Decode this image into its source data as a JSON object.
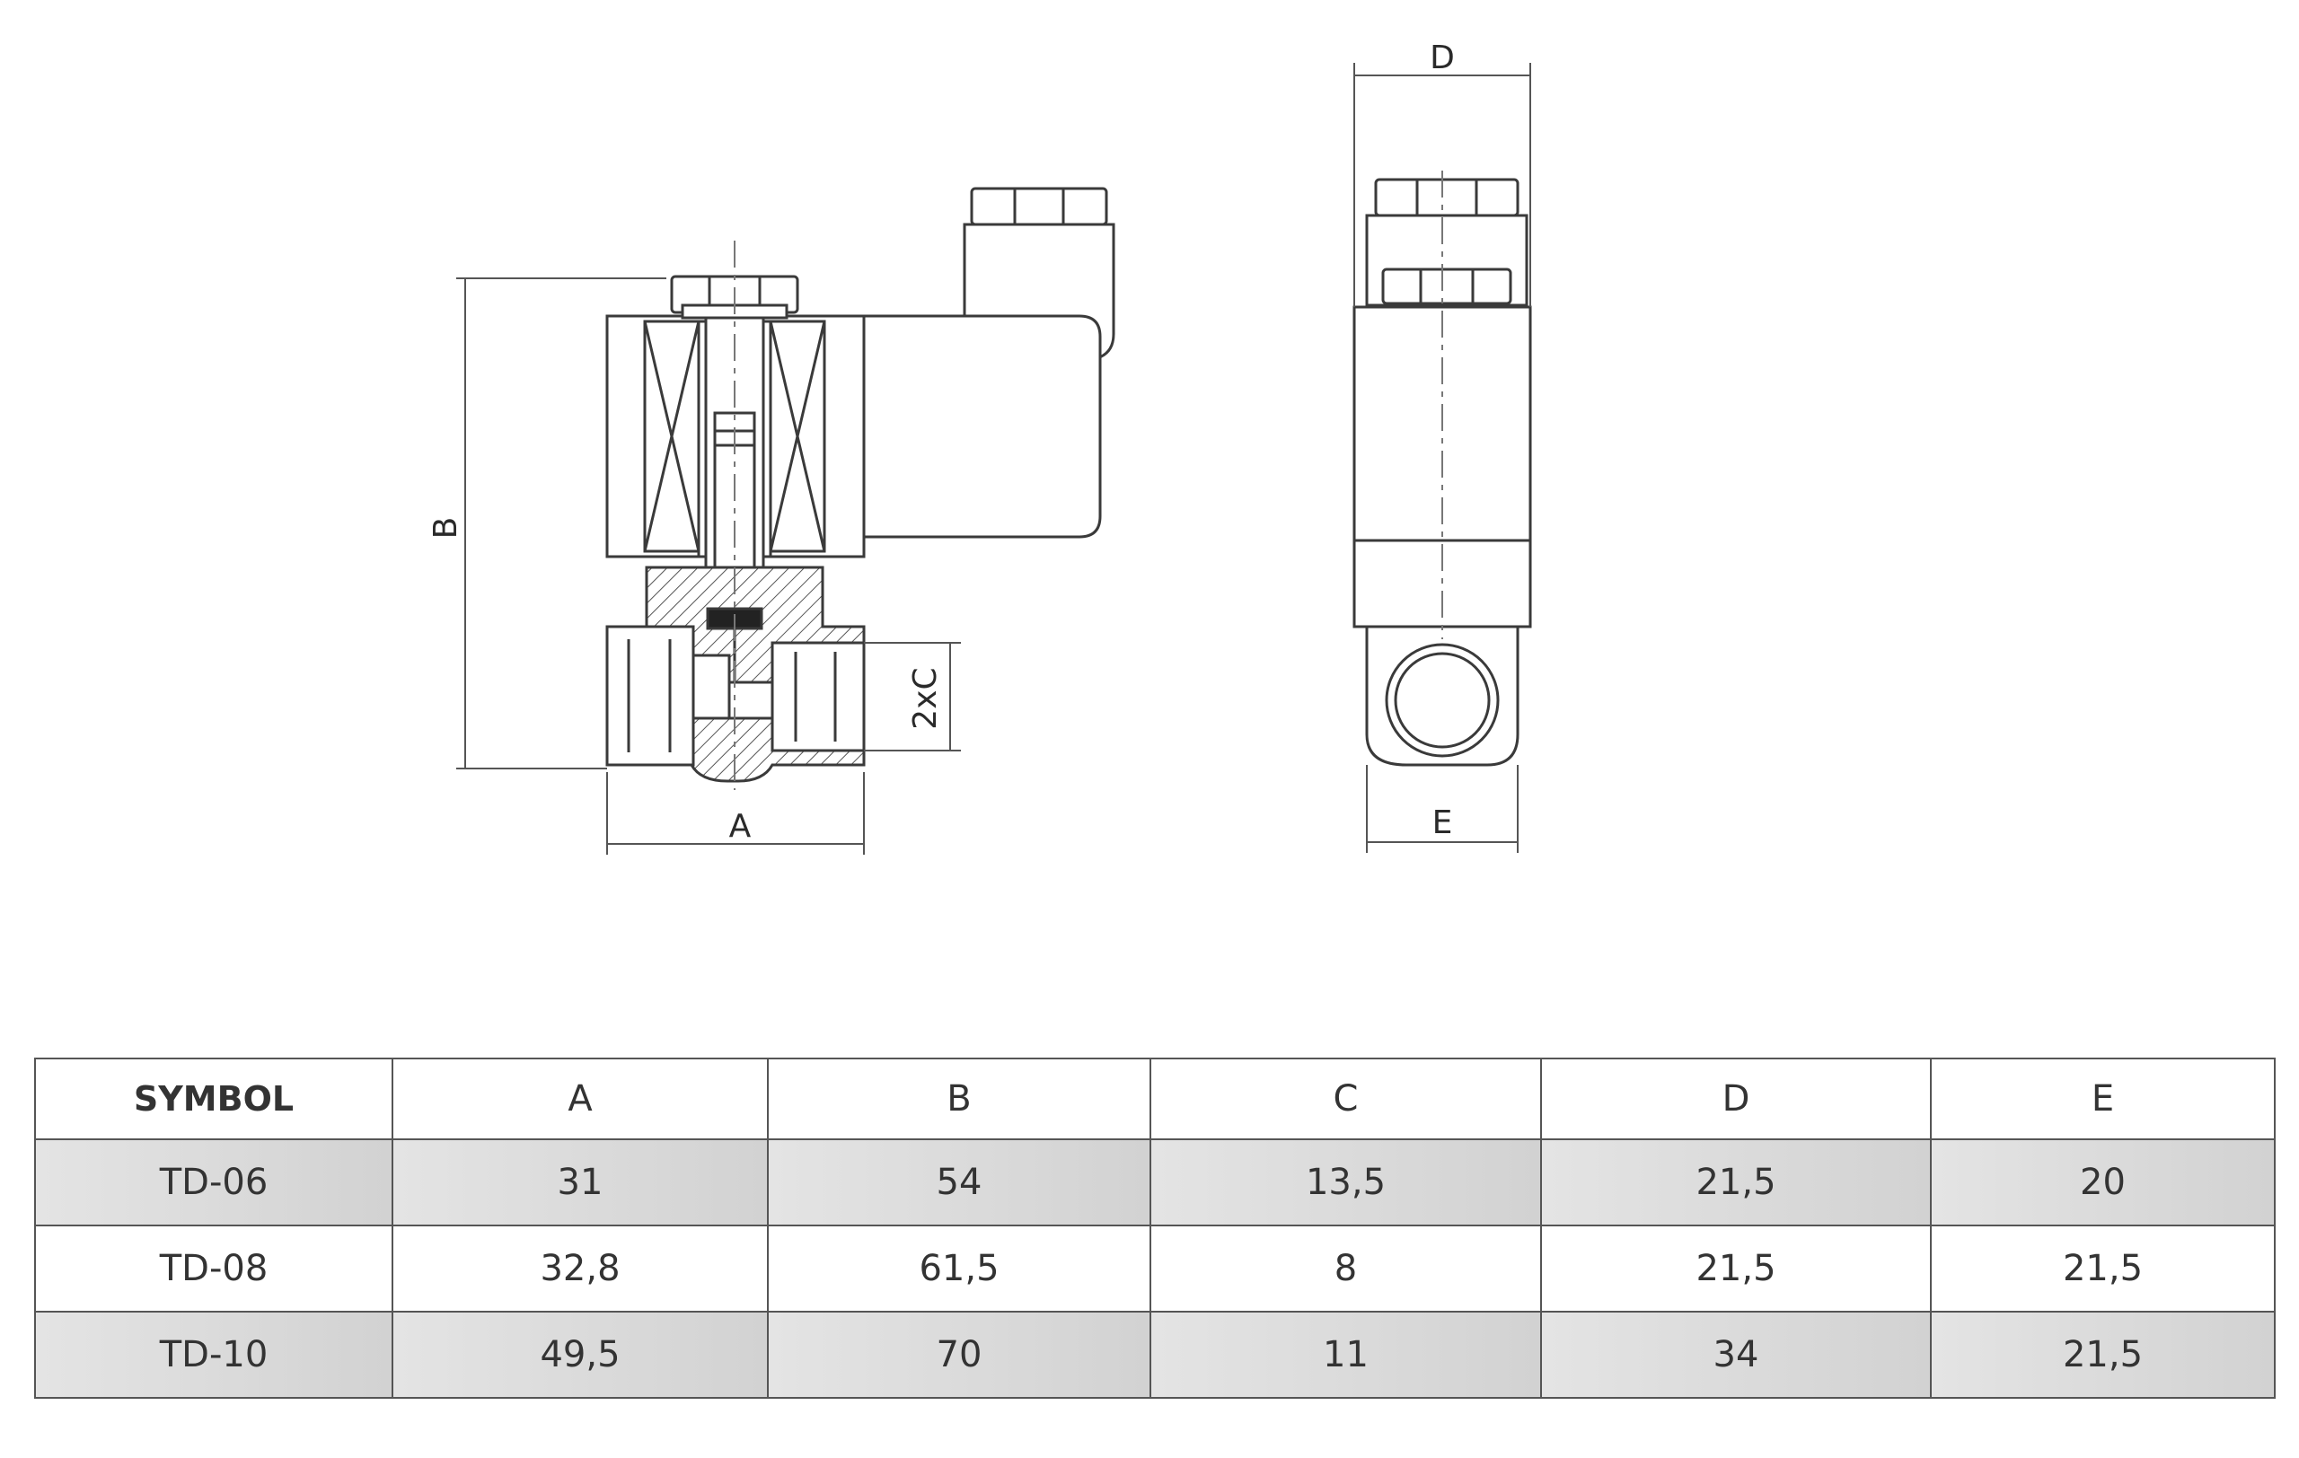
{
  "diagram": {
    "dimension_labels": {
      "a": "A",
      "b": "B",
      "c": "2xC",
      "d": "D",
      "e": "E"
    }
  },
  "table": {
    "headers": [
      "SYMBOL",
      "A",
      "B",
      "C",
      "D",
      "E"
    ],
    "rows": [
      [
        "TD-06",
        "31",
        "54",
        "13,5",
        "21,5",
        "20"
      ],
      [
        "TD-08",
        "32,8",
        "61,5",
        "8",
        "21,5",
        "21,5"
      ],
      [
        "TD-10",
        "49,5",
        "70",
        "11",
        "34",
        "21,5"
      ]
    ]
  }
}
